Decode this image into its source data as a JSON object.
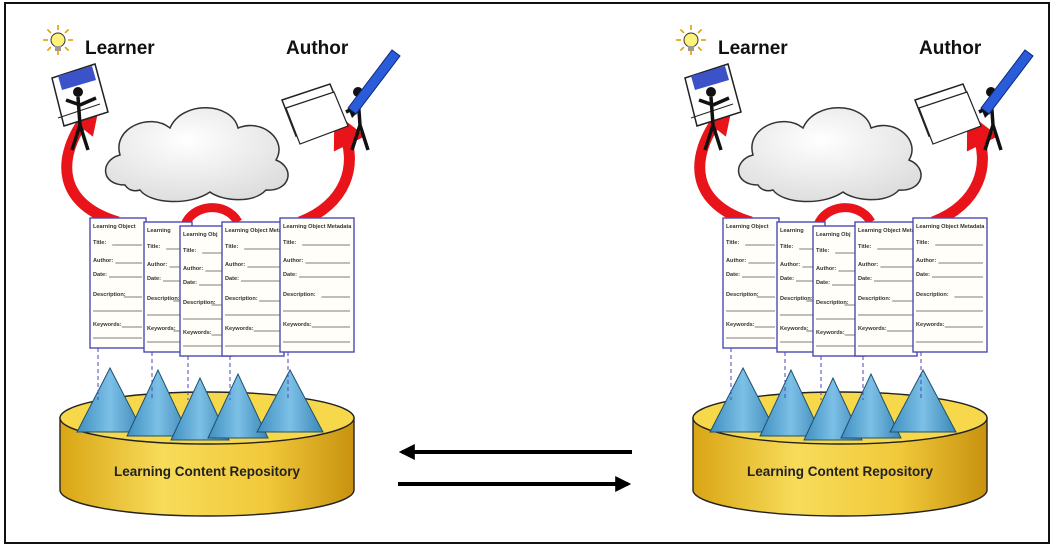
{
  "systems": [
    {
      "learner_label": "Learner",
      "author_label": "Author",
      "repository_label": "Learning Content Repository",
      "cloud_icon": "network-cloud",
      "learner_icon": "lightbulb-reader-icon",
      "author_icon": "pen-writer-icon",
      "metadata_cards": [
        {
          "title": "Learning Object",
          "fields": [
            "Title:",
            "Author:",
            "Date:",
            "Description:",
            "",
            "Keywords:"
          ]
        },
        {
          "title": "Learning",
          "fields": [
            "Title:",
            "Author:",
            "Date:",
            "Description:",
            "",
            "Keywords:"
          ]
        },
        {
          "title": "Learning Obj",
          "fields": [
            "Title:",
            "Author:",
            "Date:",
            "Description:",
            "",
            "Keywords:"
          ]
        },
        {
          "title": "Learning Object Metadata",
          "fields": [
            "Title:",
            "Author:",
            "Date:",
            "Description:",
            "",
            "Keywords:"
          ]
        },
        {
          "title": "Learning Object Metadata",
          "fields": [
            "Title:",
            "Author:",
            "Date:",
            "Description:",
            "",
            "Keywords:"
          ]
        }
      ]
    },
    {
      "learner_label": "Learner",
      "author_label": "Author",
      "repository_label": "Learning Content Repository",
      "cloud_icon": "network-cloud",
      "learner_icon": "lightbulb-reader-icon",
      "author_icon": "pen-writer-icon",
      "metadata_cards": [
        {
          "title": "Learning Object",
          "fields": [
            "Title:",
            "Author:",
            "Date:",
            "Description:",
            "",
            "Keywords:"
          ]
        },
        {
          "title": "Learning",
          "fields": [
            "Title:",
            "Author:",
            "Date:",
            "Description:",
            "",
            "Keywords:"
          ]
        },
        {
          "title": "Learning Obj",
          "fields": [
            "Title:",
            "Author:",
            "Date:",
            "Description:",
            "",
            "Keywords:"
          ]
        },
        {
          "title": "Learning Object Metadata",
          "fields": [
            "Title:",
            "Author:",
            "Date:",
            "Description:",
            "",
            "Keywords:"
          ]
        },
        {
          "title": "Learning Object Metadata",
          "fields": [
            "Title:",
            "Author:",
            "Date:",
            "Description:",
            "",
            "Keywords:"
          ]
        }
      ]
    }
  ],
  "exchange_arrows": [
    "left-arrow",
    "right-arrow"
  ],
  "colors": {
    "red_arrow": "#e8141a",
    "pyramid": "#5aa8d4",
    "cylinder": "#f2cd3a",
    "card_border": "#4a4ab8",
    "cloud": "#ffffff",
    "frame": "#111111"
  }
}
